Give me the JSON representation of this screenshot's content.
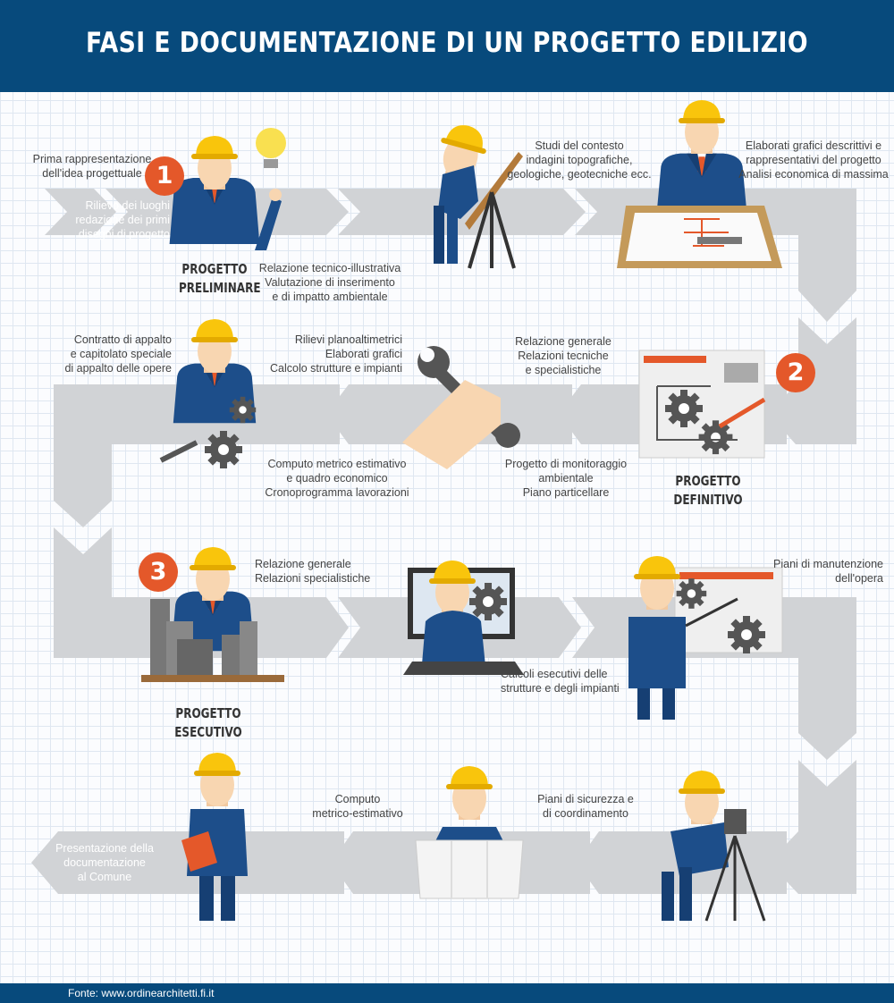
{
  "title": "FASI E DOCUMENTAZIONE DI UN PROGETTO EDILIZIO",
  "footer": "Fonte: www.ordinearchitetti.fi.it",
  "colors": {
    "header": "#074a7c",
    "arrow": "#d1d3d6",
    "badge": "#e4582a",
    "helmet": "#f9c50c",
    "suit": "#1d4e8a"
  },
  "phases": [
    {
      "number": "1",
      "label": [
        "PROGETTO",
        "PRELIMINARE"
      ]
    },
    {
      "number": "2",
      "label": [
        "PROGETTO",
        "DEFINITIVO"
      ]
    },
    {
      "number": "3",
      "label": [
        "PROGETTO",
        "ESECUTIVO"
      ]
    }
  ],
  "notes": {
    "r1a": [
      "Prima rappresentazione",
      "dell'idea progettuale"
    ],
    "r1b": [
      "Rilievo dei luoghi",
      "redazione dei primi",
      "disegni di progetto"
    ],
    "r1c": [
      "Relazione tecnico-illustrativa",
      "Valutazione di inserimento",
      "e di impatto ambientale"
    ],
    "r1d": [
      "Studi del contesto",
      "indagini topografiche,",
      "geologiche, geotecniche ecc."
    ],
    "r1e": [
      "Elaborati grafici descrittivi e",
      "rappresentativi del progetto",
      "Analisi economica di massima"
    ],
    "r2a": [
      "Contratto di appalto",
      "e capitolato speciale",
      "di appalto delle opere"
    ],
    "r2b": [
      "Rilievi planoaltimetrici",
      "Elaborati grafici",
      "Calcolo strutture e impianti"
    ],
    "r2c": [
      "Relazione generale",
      "Relazioni tecniche",
      "e specialistiche"
    ],
    "r2d": [
      "Computo metrico estimativo",
      "e quadro economico",
      "Cronoprogramma lavorazioni"
    ],
    "r2e": [
      "Progetto di monitoraggio",
      "ambientale",
      "Piano particellare"
    ],
    "r3a": [
      "Relazione generale",
      "Relazioni specialistiche"
    ],
    "r3b": [
      "Calcoli esecutivi delle",
      "strutture e degli impianti"
    ],
    "r3c": [
      "Piani di manutenzione",
      "dell'opera"
    ],
    "r4a": [
      "Computo",
      "metrico-estimativo"
    ],
    "r4b": [
      "Piani di sicurezza e",
      "di coordinamento"
    ],
    "r4c": [
      "Presentazione della",
      "documentazione",
      "al Comune"
    ]
  },
  "icons": [
    "worker-lightbulb-icon",
    "worker-drafting-easel-icon",
    "worker-blueprint-desk-icon",
    "diagram-board-icon",
    "wrench-hand-icon",
    "worker-gears-icon",
    "worker-models-icon",
    "worker-computer-icon",
    "worker-presentation-icon",
    "worker-tripod-camera-icon",
    "worker-reading-plan-icon",
    "worker-folder-icon"
  ]
}
